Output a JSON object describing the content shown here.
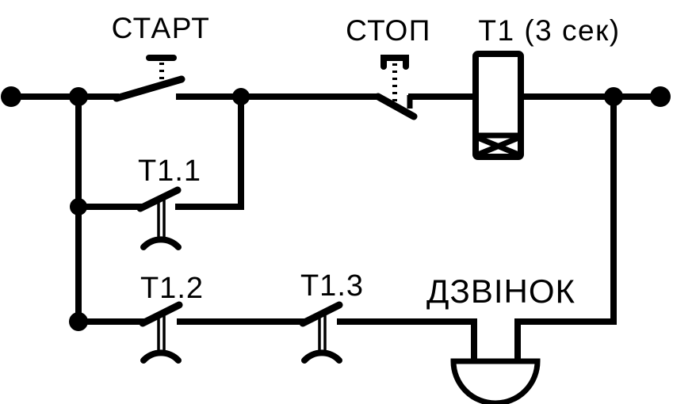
{
  "page": {
    "background_color": "#ffffff",
    "line_color": "#000000",
    "text_color": "#000000"
  },
  "diagram": {
    "type": "relay-ladder-logic-circuit",
    "components": [
      {
        "id": "start-button",
        "label": "СТАРТ",
        "symbol": "normally-open-pushbutton-contact"
      },
      {
        "id": "stop-button",
        "label": "СТОП",
        "symbol": "normally-closed-pushbutton-contact"
      },
      {
        "id": "timer-coil",
        "label": "Т1 (3 сек)",
        "symbol": "time-relay-coil-with-delay-box"
      },
      {
        "id": "contact-t1-1",
        "label": "Т1.1",
        "symbol": "timed-normally-open-contact"
      },
      {
        "id": "contact-t1-2",
        "label": "Т1.2",
        "symbol": "timed-normally-open-contact"
      },
      {
        "id": "contact-t1-3",
        "label": "Т1.3",
        "symbol": "timed-normally-open-contact"
      },
      {
        "id": "bell",
        "label": "ДЗВІНОК",
        "symbol": "bell"
      }
    ]
  }
}
